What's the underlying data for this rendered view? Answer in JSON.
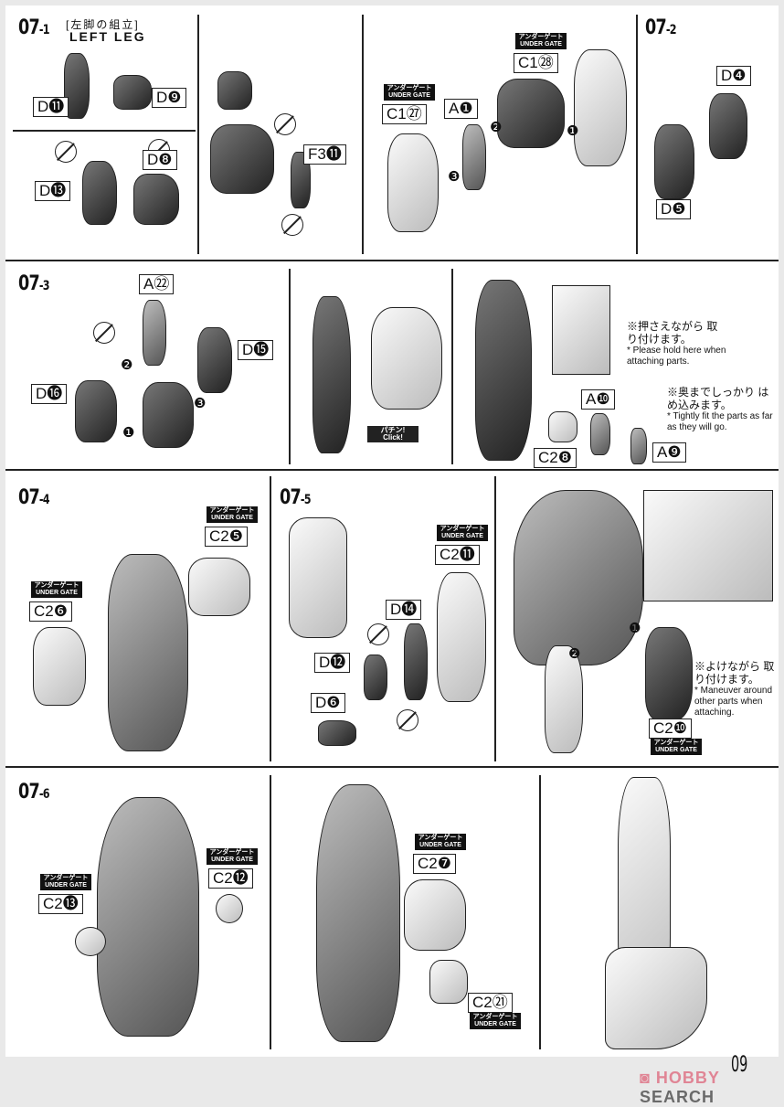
{
  "step_07_1": {
    "step": "07",
    "sub": "-1",
    "title_jp": "[左脚の組立]",
    "title_en": "LEFT LEG",
    "parts": [
      "D⓫",
      "D❾",
      "D⓭",
      "D❽",
      "F3⓫",
      "C1㉗",
      "A❶",
      "C1㉘"
    ],
    "gate": "アンダーゲート UNDER GATE"
  },
  "step_07_2": {
    "step": "07",
    "sub": "-2",
    "parts": [
      "D❹",
      "D❺"
    ]
  },
  "step_07_3": {
    "step": "07",
    "sub": "-3",
    "parts": [
      "A㉒",
      "D⓯",
      "D⓰",
      "A❿",
      "C2❽",
      "A❾"
    ],
    "click": "パチン! Click!",
    "note1_jp": "※押さえながら 取り付けます。",
    "note1_en": "* Please hold here when attaching parts.",
    "note2_jp": "※奥までしっかり はめ込みます。",
    "note2_en": "* Tightly fit the parts as far as they will go."
  },
  "step_07_4": {
    "step": "07",
    "sub": "-4",
    "parts": [
      "C2❺",
      "C2❻"
    ]
  },
  "step_07_5": {
    "step": "07",
    "sub": "-5",
    "parts": [
      "C2⓫",
      "D⓮",
      "D⓬",
      "D❻",
      "C2❿"
    ],
    "note_jp": "※よけながら 取り付けます。",
    "note_en": "* Maneuver around other parts when attaching."
  },
  "step_07_6": {
    "step": "07",
    "sub": "-6",
    "parts": [
      "C2⓬",
      "C2⓭",
      "C2❼",
      "C2㉑"
    ]
  },
  "order_marks": [
    "❶",
    "❷",
    "❸"
  ],
  "gate_label": "アンダーゲート UNDER GATE",
  "page_number": "09",
  "watermark": {
    "a": "◙ HOBBY",
    "b": " SEARCH"
  }
}
